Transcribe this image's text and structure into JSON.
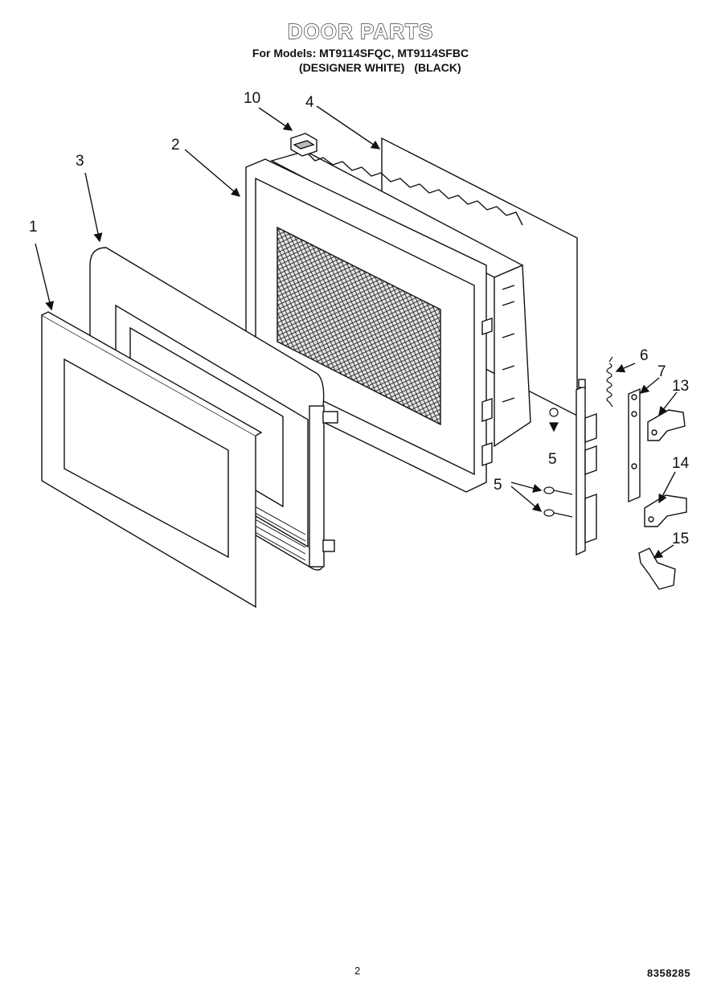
{
  "header": {
    "title": "DOOR PARTS",
    "models_line": "For Models: MT9114SFQC, MT9114SFBC",
    "variant_white": "(DESIGNER WHITE)",
    "variant_black": "(BLACK)"
  },
  "callouts": {
    "c1": "1",
    "c2": "2",
    "c3": "3",
    "c4": "4",
    "c5a": "5",
    "c5b": "5",
    "c6": "6",
    "c7": "7",
    "c10": "10",
    "c13": "13",
    "c14": "14",
    "c15": "15"
  },
  "footer": {
    "page_number": "2",
    "code": "8358285"
  }
}
